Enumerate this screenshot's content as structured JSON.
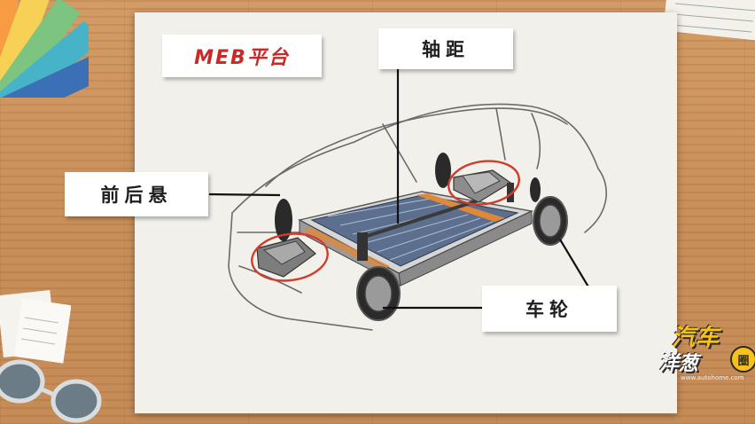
{
  "labels": {
    "platform": "MEB平台",
    "wheelbase": "轴距",
    "suspension": "前后悬",
    "wheels": "车轮"
  },
  "logo": {
    "line1": "汽车",
    "line2": "洋葱",
    "badge": "圈",
    "url": "www.autohome.com"
  },
  "colors": {
    "label_red": "#c82a2a",
    "battery_blue": "#5c6f8e",
    "accent_orange": "#e0883a",
    "highlight_circle": "#d23a2a",
    "logo_yellow": "#f6c21a"
  }
}
